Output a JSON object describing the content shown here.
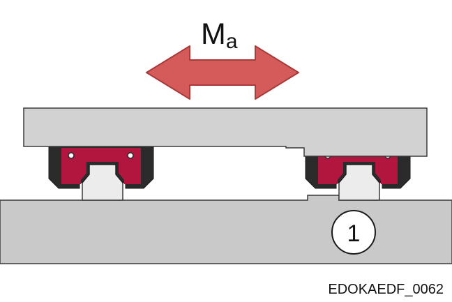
{
  "diagram": {
    "moment_label": {
      "main": "M",
      "subscript": "a"
    },
    "callout_number": "1",
    "image_code": "EDOKAEDF_0062"
  },
  "colors": {
    "arrow_fill": "#d55a5a",
    "arrow_stroke": "#a93a3a",
    "table_fill": "#d2d2d2",
    "base_fill": "#c9c9c9",
    "carriage_dark": "#2b2b2b",
    "carriage_red": "#b2163f",
    "rail_fill": "#ececec",
    "outline": "#3a3a3a"
  }
}
